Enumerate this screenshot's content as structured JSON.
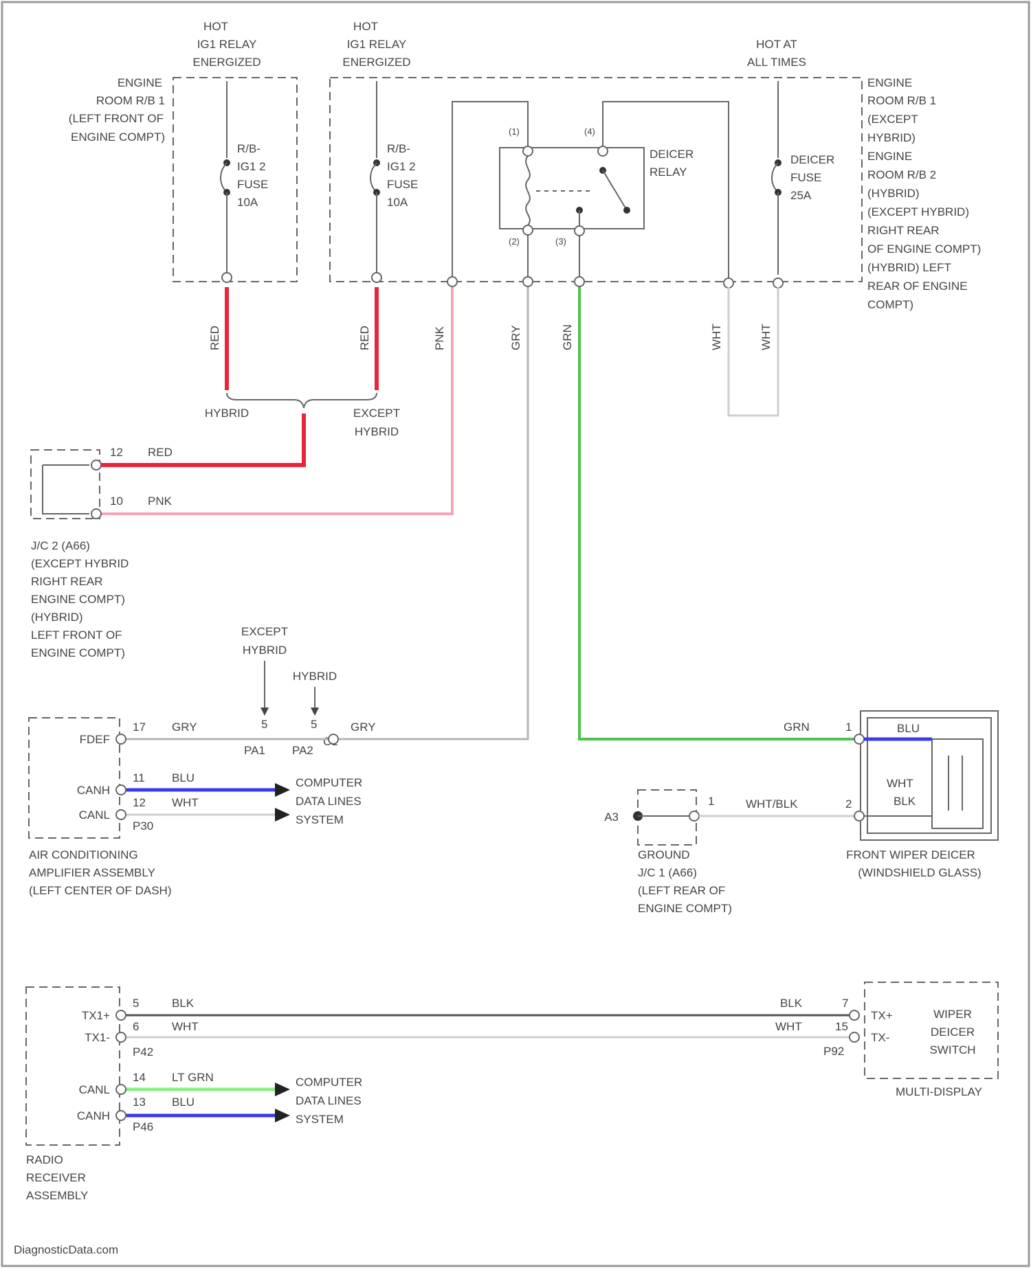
{
  "hot_ig1_left": [
    "HOT",
    "IG1 RELAY",
    "ENERGIZED"
  ],
  "hot_ig1_right": [
    "HOT",
    "IG1 RELAY",
    "ENERGIZED"
  ],
  "hot_all_times": [
    "HOT AT",
    "ALL TIMES"
  ],
  "erb1_left": [
    "ENGINE",
    "ROOM R/B 1",
    "(LEFT FRONT OF",
    "ENGINE COMPT)"
  ],
  "erb_right": [
    "ENGINE",
    "ROOM R/B 1",
    "(EXCEPT",
    "HYBRID)",
    "ENGINE",
    "ROOM R/B 2",
    "(HYBRID)",
    "(EXCEPT HYBRID)",
    "RIGHT REAR",
    "OF ENGINE COMPT)",
    "(HYBRID) LEFT",
    "REAR OF ENGINE",
    "COMPT)"
  ],
  "fuse_left": [
    "R/B-",
    "IG1 2",
    "FUSE",
    "10A"
  ],
  "fuse_mid": [
    "R/B-",
    "IG1 2",
    "FUSE",
    "10A"
  ],
  "deicer_fuse": [
    "DEICER",
    "FUSE",
    "25A"
  ],
  "deicer_relay": [
    "DEICER",
    "RELAY"
  ],
  "relay_pins": [
    "(1)",
    "(4)",
    "(2)",
    "(3)"
  ],
  "wire_labels": {
    "red1": "RED",
    "red2": "RED",
    "pnk": "PNK",
    "gry": "GRY",
    "grn": "GRN",
    "wht1": "WHT",
    "wht2": "WHT"
  },
  "branch": {
    "hybrid": "HYBRID",
    "except": [
      "EXCEPT",
      "HYBRID"
    ]
  },
  "jc2": {
    "pin_a": "12",
    "color_a": "RED",
    "pin_b": "10",
    "color_b": "PNK",
    "label": [
      "J/C 2 (A66)",
      "(EXCEPT HYBRID",
      "RIGHT REAR",
      "ENGINE COMPT)",
      "(HYBRID)",
      "LEFT FRONT OF",
      "ENGINE COMPT)"
    ]
  },
  "ac_amp": {
    "pin_fdef": "FDEF",
    "pin_canh": "CANH",
    "pin_canl": "CANL",
    "fdef_num": "17",
    "fdef_color": "GRY",
    "canh_num": "11",
    "canh_color": "BLU",
    "canl_num": "12",
    "canl_color": "WHT",
    "conn": "P30",
    "label": [
      "AIR CONDITIONING",
      "AMPLIFIER ASSEMBLY",
      "(LEFT CENTER OF DASH)"
    ],
    "except_hybrid": [
      "EXCEPT",
      "HYBRID"
    ],
    "hybrid": "HYBRID",
    "pa1": "PA1",
    "pa2": "PA2",
    "c1": "C1",
    "gry2": "GRY",
    "p1": "5",
    "p2": "5"
  },
  "computer_data": [
    "COMPUTER",
    "DATA LINES",
    "SYSTEM"
  ],
  "wiper_deicer": {
    "pin1": "1",
    "pin2": "2",
    "grn": "GRN",
    "wht_blk": "WHT/BLK",
    "blu": "BLU",
    "wht": "WHT",
    "blk": "BLK",
    "label": [
      "FRONT WIPER DEICER",
      "(WINDSHIELD GLASS)"
    ]
  },
  "ground": {
    "a": "A3",
    "pin": "1",
    "label": [
      "GROUND",
      "J/C 1 (A66)",
      "(LEFT REAR OF",
      "ENGINE COMPT)"
    ]
  },
  "radio": {
    "tx1p": "TX1+",
    "tx1m": "TX1-",
    "canl": "CANL",
    "canh": "CANH",
    "n5": "5",
    "c5": "BLK",
    "n6": "6",
    "c6": "WHT",
    "conn1": "P42",
    "n14": "14",
    "c14": "LT GRN",
    "n13": "13",
    "c13": "BLU",
    "conn2": "P46",
    "label": [
      "RADIO",
      "RECEIVER",
      "ASSEMBLY"
    ]
  },
  "switch": {
    "n7": "7",
    "c7": "BLK",
    "n15": "15",
    "c15": "WHT",
    "conn": "P92",
    "txp": "TX+",
    "txm": "TX-",
    "label": [
      "WIPER",
      "DEICER",
      "SWITCH"
    ],
    "sub": "MULTI-DISPLAY"
  },
  "watermark": "DiagnosticData.com"
}
